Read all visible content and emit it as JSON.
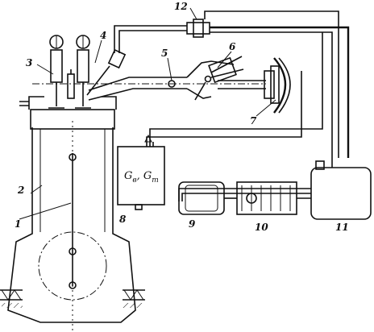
{
  "labels": {
    "l1": "1",
    "l2": "2",
    "l3": "3",
    "l4": "4",
    "l5": "5",
    "l6": "6",
    "l7": "7",
    "l8": "8",
    "l9": "9",
    "l10": "10",
    "l11": "11",
    "l12": "12"
  },
  "unit8_text": "G",
  "unit8_sub_v": "в",
  "unit8_sep": ", ",
  "unit8_sub_t": "т"
}
